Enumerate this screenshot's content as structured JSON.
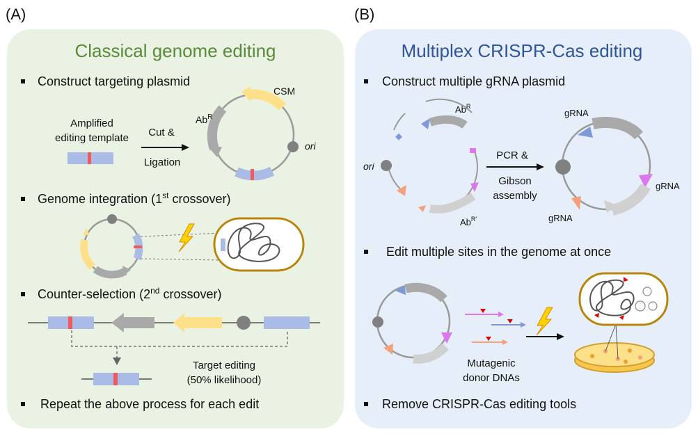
{
  "panel_a": {
    "letter": "(A)",
    "title": "Classical genome editing",
    "bullet1": "Construct targeting plasmid",
    "template_line1": "Amplified",
    "template_line2": "editing template",
    "cut_top": "Cut &",
    "cut_bottom": "Ligation",
    "ab": "Ab",
    "ab_sup": "R",
    "csm": "CSM",
    "ori": "ori",
    "bullet2_pre": "Genome integration (1",
    "bullet2_sup": "st",
    "bullet2_post": " crossover)",
    "bullet3_pre": "Counter-selection (2",
    "bullet3_sup": "nd",
    "bullet3_post": " crossover)",
    "target_line1": "Target editing",
    "target_line2": "(50% likelihood)",
    "bullet4": "Repeat the above process for each edit"
  },
  "panel_b": {
    "letter": "(B)",
    "title": "Multiplex CRISPR-Cas editing",
    "bullet1": "Construct multiple gRNA plasmid",
    "ab": "Ab",
    "ab_sup": "R",
    "ab2_sup": "R′",
    "ori": "ori",
    "pcr_top": "PCR &",
    "pcr_mid": "Gibson",
    "pcr_bottom": "assembly",
    "grna_top": "gRNA",
    "grna_right": "gRNA",
    "grna_bottom": "gRNA",
    "bullet2": "Edit multiple sites in the genome at once",
    "donor_line1": "Mutagenic",
    "donor_line2": "donor DNAs",
    "bullet3": "Remove CRISPR-Cas editing tools"
  },
  "colors": {
    "panel_a_bg": "#eaf3e3",
    "panel_b_bg": "#e6eff9",
    "panel_a_title": "#5a8a3a",
    "panel_b_title": "#2f5597",
    "template_blue": "#aabbe6",
    "edit_red": "#f05a5a",
    "csm_yellow": "#ffe08a",
    "gray_arrow": "#a9a9a9",
    "cell_border": "#b8860b",
    "lightning": "#ffd200",
    "grna_blue": "#7f98d8",
    "grna_pink": "#dd77ee",
    "grna_orange": "#f4a07a"
  }
}
